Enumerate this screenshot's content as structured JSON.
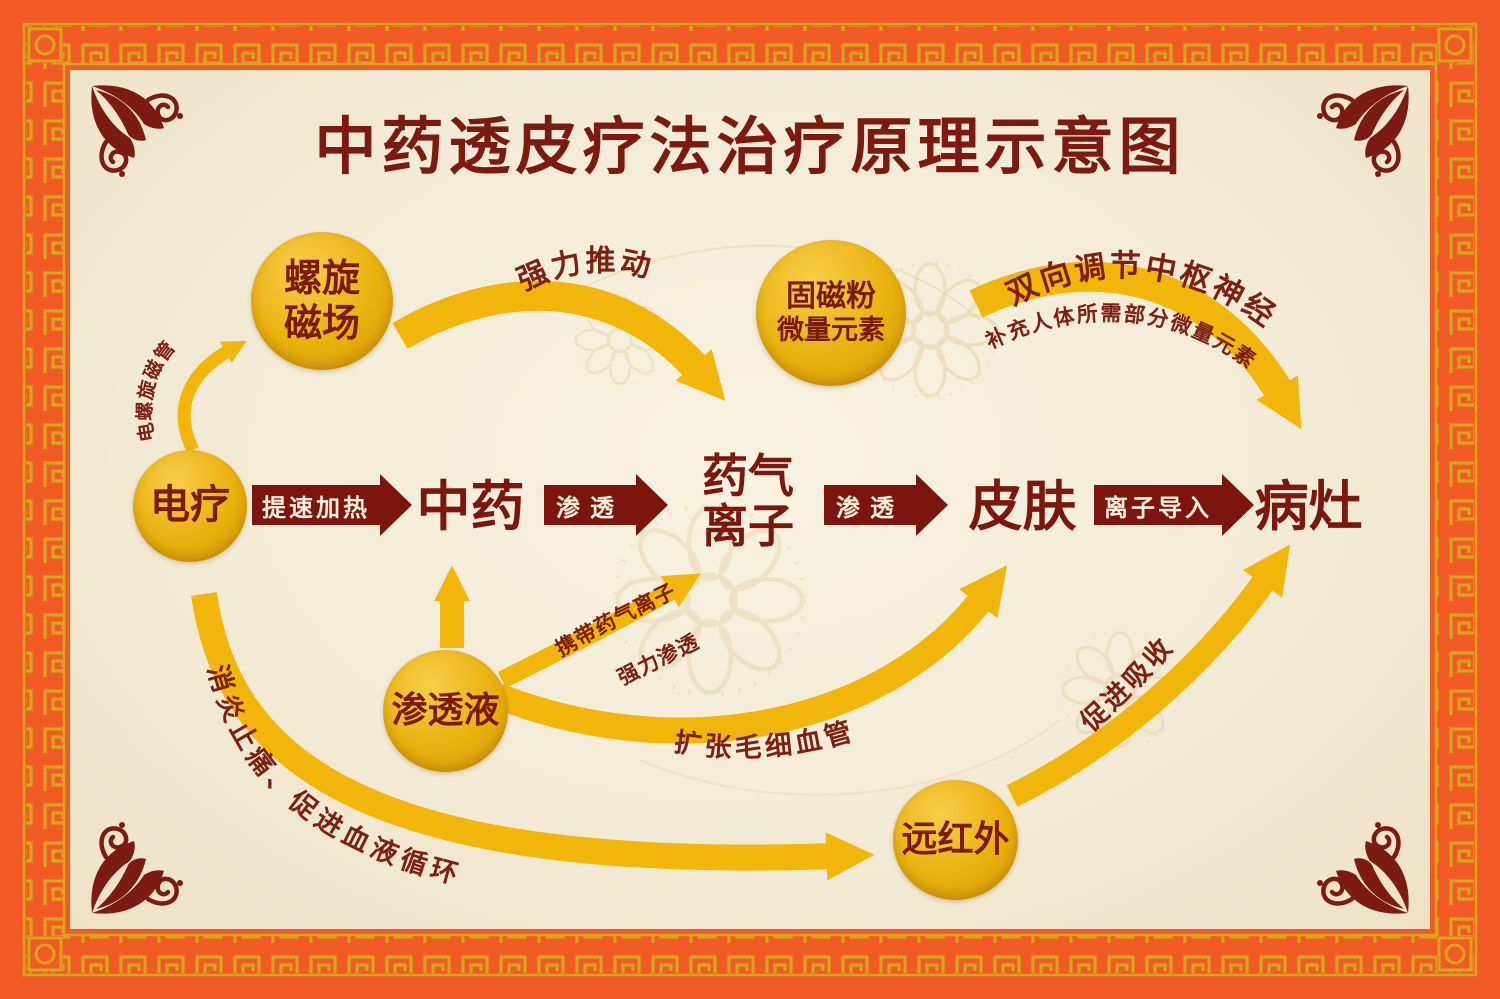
{
  "title": "中药透皮疗法治疗原理示意图",
  "circles": {
    "dianliao": {
      "label": "电疗"
    },
    "luoxuan_cichang": {
      "line1": "螺旋",
      "line2": "磁场"
    },
    "gucifen": {
      "line1": "固磁粉",
      "line2": "微量元素"
    },
    "shentouye": {
      "label": "渗透液"
    },
    "yuanhongwai": {
      "label": "远红外"
    }
  },
  "flow": {
    "zhongyao": "中药",
    "yaoqi": {
      "line1": "药气",
      "line2": "离子"
    },
    "pifu": "皮肤",
    "bingzao": "病灶",
    "arrows": {
      "tisu_jiare": "提速加热",
      "shentou_1": "渗透",
      "shentou_2": "渗透",
      "lizi_daoru": "离子导入"
    }
  },
  "curve_labels": {
    "dian_luoxuan_ciguan": "电螺旋磁管",
    "qiangli_tuidong": "强力推动",
    "shuangxiang_tiaojie": "双向调节中枢神经",
    "buchong_weiliang": "补充人体所需部分微量元素",
    "xiedai_yaoqi_lizi": "携带药气离子",
    "qiangli_shentou": "强力渗透",
    "xiaoyan_zhitong": "消炎止痛、促进血液循环",
    "kuozhang_xueguan": "扩张毛细血管",
    "cujin_xishou": "促进吸收"
  },
  "colors": {
    "frame_orange": "#f15a24",
    "frame_gold": "#d9a41e",
    "background_cream": "#f3ebd6",
    "dark_red": "#7b170f",
    "arrow_yellow": "#f2b50c",
    "circle_gold": "#eab10e"
  }
}
